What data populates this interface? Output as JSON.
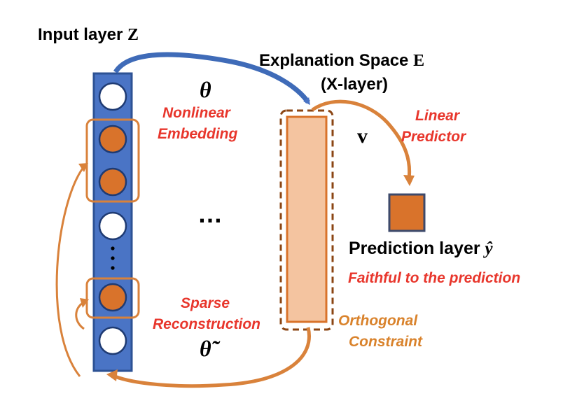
{
  "input_layer": {
    "text": "Input layer ",
    "symbol": "Z"
  },
  "explanation_space": {
    "line1_text": "Explanation Space ",
    "line1_symbol": "E",
    "line2": "(X-layer)"
  },
  "theta": "θ",
  "theta_tilde": "θ̃",
  "v": "v",
  "nonlinear_embedding": [
    "Nonlinear",
    "Embedding"
  ],
  "linear_predictor": [
    "Linear",
    "Predictor"
  ],
  "sparse_reconstruction": [
    "Sparse",
    "Reconstruction"
  ],
  "orthogonal_constraint": [
    "Orthogonal",
    "Constraint"
  ],
  "prediction_layer": {
    "text": "Prediction layer ",
    "symbol": "ŷ"
  },
  "faithful": "Faithful to the prediction",
  "ellipsis": "…",
  "colors": {
    "blue_fill": "#4a74c5",
    "blue_stroke": "#2d5294",
    "orange_node": "#d9732b",
    "peach_fill": "#f4c4a0",
    "brown_dash": "#8b4513",
    "red_text": "#e8362c",
    "orange_text": "#d9822b",
    "arrow_orange": "#d9823b"
  }
}
